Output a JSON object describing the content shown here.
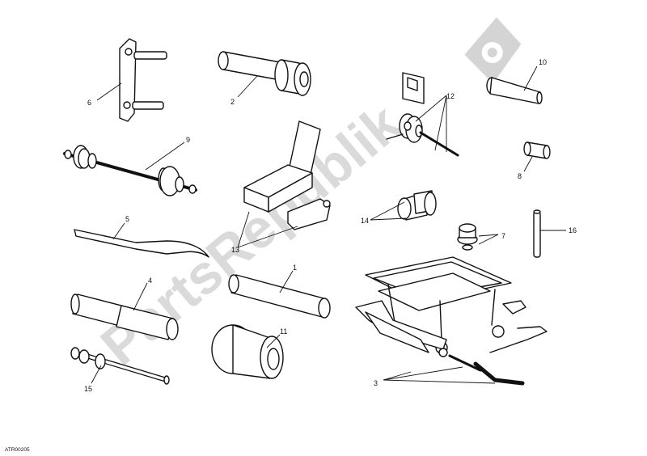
{
  "watermark": {
    "text": "PartsRepublik",
    "icon": "gear-flag-logo-icon"
  },
  "drawing_code": "ATR00205",
  "callouts": {
    "c1": "1",
    "c2": "2",
    "c3": "3",
    "c4": "4",
    "c5": "5",
    "c6": "6",
    "c7": "7",
    "c8": "8",
    "c9": "9",
    "c10": "10",
    "c11": "11",
    "c12": "12",
    "c13": "13",
    "c14": "14",
    "c15": "15",
    "c16": "16"
  }
}
